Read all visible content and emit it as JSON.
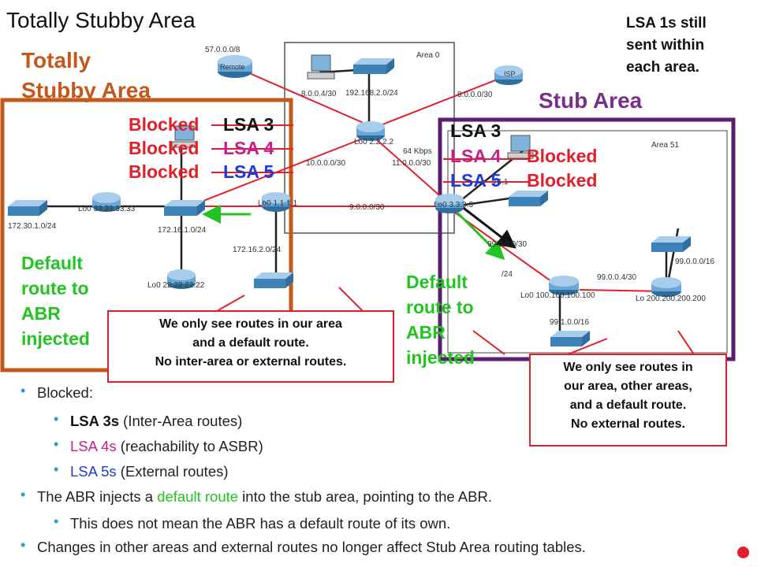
{
  "title": "Totally Stubby Area",
  "top_note": [
    "LSA 1s still",
    "sent within",
    "each area."
  ],
  "areas": {
    "totally_stubby": [
      "Totally",
      "Stubby Area"
    ],
    "stub": "Stub Area",
    "area0": "Area 0",
    "area51": "Area 51"
  },
  "blocked_label": "Blocked",
  "lsa_labels": {
    "lsa3": "LSA 3",
    "lsa4": "LSA 4",
    "lsa5": "LSA 5"
  },
  "default_route_text": [
    "Default",
    "route to",
    "ABR",
    "injected"
  ],
  "callouts": {
    "left": [
      "We only see routes in our area",
      "and a default route.",
      "No inter-area or external routes."
    ],
    "right": [
      "We only see routes in",
      "our area, other areas,",
      "and a default route.",
      "No external routes."
    ]
  },
  "devices": {
    "remote": "Remote",
    "isp": "ISP"
  },
  "network_labels": {
    "net_57": "57.0.0.0/8",
    "net_8_0_0_4": "8.0.0.4/30",
    "net_192": "192.168.2.0/24",
    "net_8_0_0_0": "8.0.0.0/30",
    "lo_2222": "Lo0 2.2.2.2",
    "speed": "64 Kbps",
    "net_10": "10.0.0.0/30",
    "net_11": "11.0.0.0/30",
    "lo_3333": "Lo0 3.3.3.3",
    "lo_1111": "Lo0 1.1.1.1",
    "net_9": "9.0.0.0/30",
    "lo_33": "Lo0 33.33.33.33",
    "net_172_30": "172.30.1.0/24",
    "net_172_16_1": "172.16.1.0/24",
    "net_172_16_2": "172.16.2.0/24",
    "lo_22": "Lo0 22.22.22.22",
    "net_99_0_0_0_30": "99.0.0.0/30",
    "net_99_0_0_4": "99.0.0.4/30",
    "net_99_16": "99.0.0.0/16",
    "lo_100": "Lo0 100.100.100.100",
    "lo_200": "Lo 200.200.200.200",
    "net_99_1": "99.1.0.0/16",
    "net_24_frag": "/24",
    "net_76_frag": "76.1"
  },
  "bullets": [
    {
      "level": 0,
      "parts": [
        {
          "text": "Blocked:",
          "color": "#222222"
        }
      ]
    },
    {
      "level": 1,
      "parts": [
        {
          "text": "LSA 3s",
          "color": "#111111",
          "bold": true
        },
        {
          "text": " (Inter-Area routes)",
          "color": "#222222"
        }
      ]
    },
    {
      "level": 1,
      "parts": [
        {
          "text": "LSA 4s",
          "color": "#c81e8c"
        },
        {
          "text": " (reachability to ASBR)",
          "color": "#222222"
        }
      ]
    },
    {
      "level": 1,
      "parts": [
        {
          "text": "LSA 5s",
          "color": "#1e3ad8"
        },
        {
          "text": " (External routes)",
          "color": "#222222"
        }
      ]
    },
    {
      "level": 0,
      "parts": [
        {
          "text": "The ABR injects a ",
          "color": "#222222"
        },
        {
          "text": "default route",
          "color": "#22c422"
        },
        {
          "text": " into the stub area, pointing to the ABR.",
          "color": "#222222"
        }
      ]
    },
    {
      "level": 1,
      "parts": [
        {
          "text": "This does not mean the ABR has a default route of its own.",
          "color": "#222222"
        }
      ]
    },
    {
      "level": 0,
      "parts": [
        {
          "text": "Changes in other areas and external routes no longer affect Stub Area routing tables.",
          "color": "#222222"
        }
      ]
    }
  ],
  "colors": {
    "totally_stubby_border": "#c4581b",
    "stub_border": "#5a1f6e",
    "link_red": "#e0202a",
    "lsa3": "#111111",
    "lsa4": "#c81e8c",
    "lsa5": "#1e3ad8",
    "default_green": "#22c422",
    "bullet_blue": "#2a9ad6"
  }
}
